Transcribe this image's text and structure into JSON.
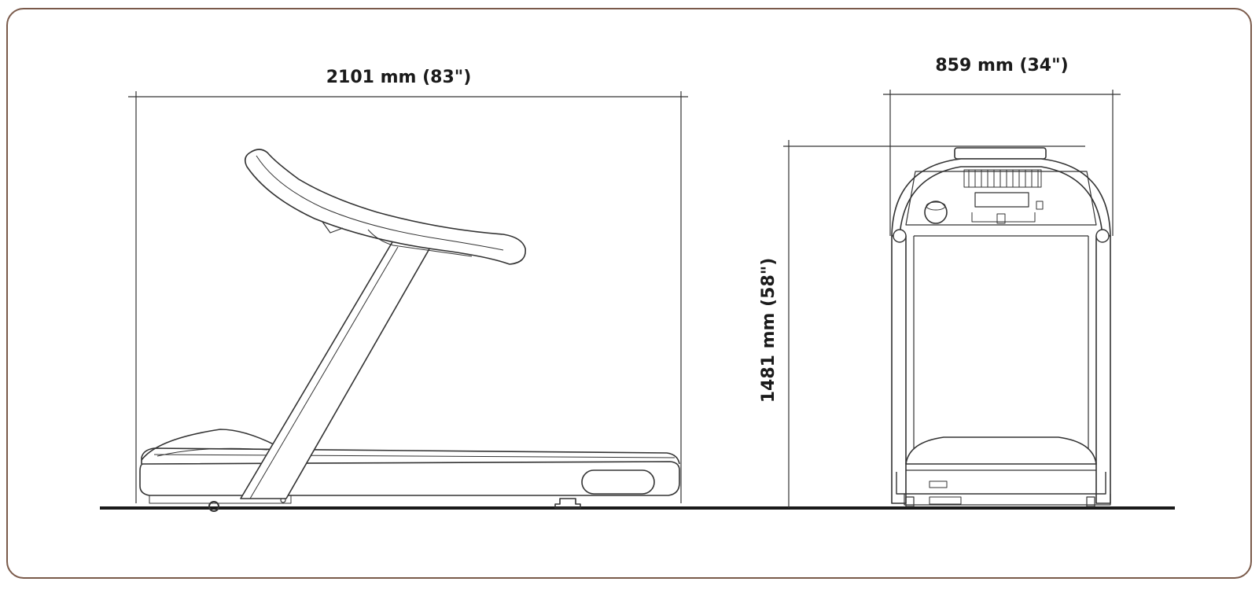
{
  "dimensions": {
    "length_label": "2101 mm (83\")",
    "width_label": "859 mm (34\")",
    "height_label": "1481 mm (58\")"
  },
  "colors": {
    "frame": "#7a5a4a",
    "ink": "#1a1a1a",
    "line": "#444444"
  }
}
